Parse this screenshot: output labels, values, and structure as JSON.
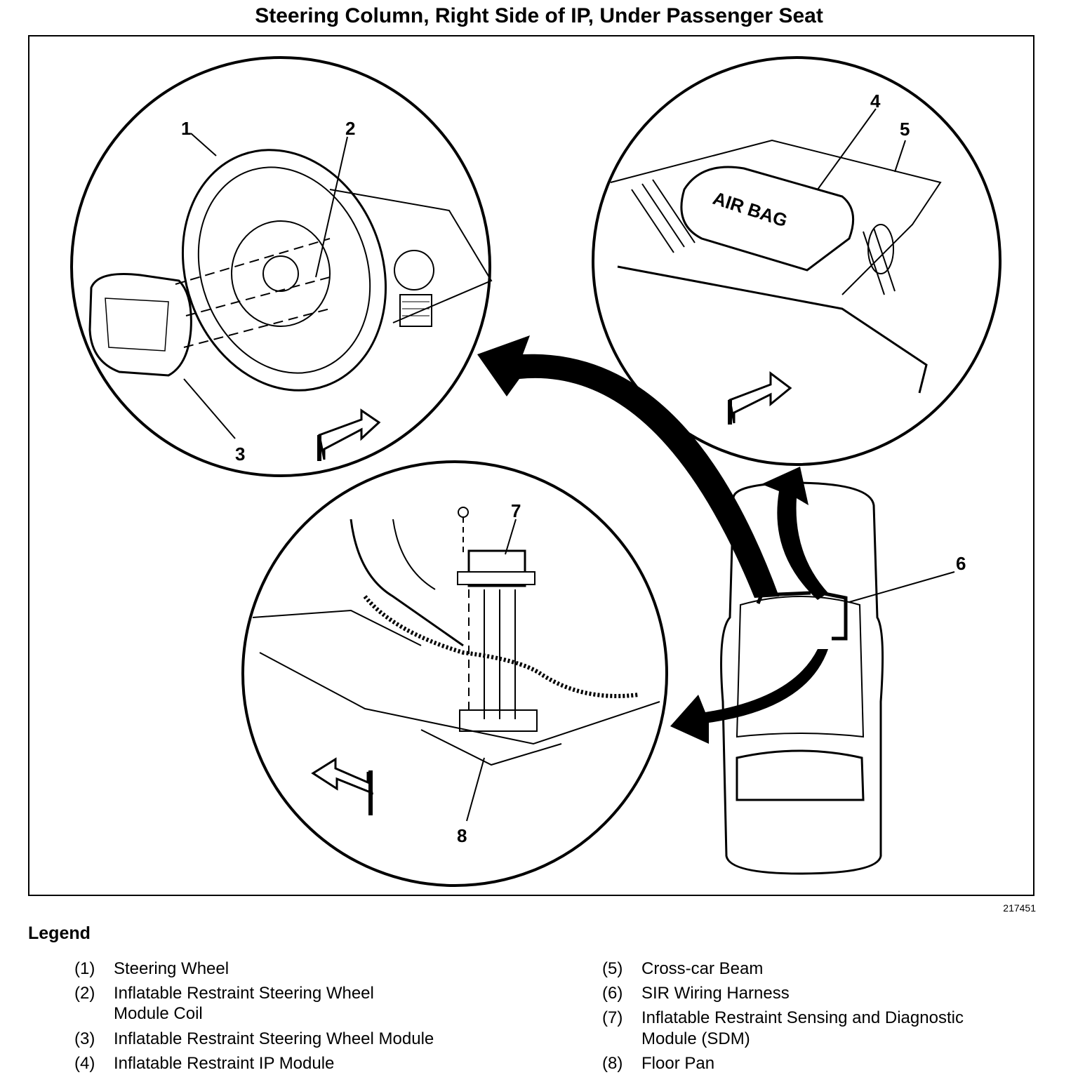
{
  "title": "Steering Column, Right Side of IP, Under Passenger Seat",
  "figure_number": "217451",
  "callouts": {
    "c1": "1",
    "c2": "2",
    "c3": "3",
    "c4": "4",
    "c5": "5",
    "c6": "6",
    "c7": "7",
    "c8": "8",
    "airbag_text": "AIR BAG"
  },
  "legend": {
    "heading": "Legend",
    "items": [
      {
        "num": "(1)",
        "line1": "Steering Wheel",
        "line2": ""
      },
      {
        "num": "(2)",
        "line1": "Inflatable Restraint Steering Wheel",
        "line2": "Module Coil"
      },
      {
        "num": "(3)",
        "line1": "Inflatable Restraint Steering Wheel Module",
        "line2": ""
      },
      {
        "num": "(4)",
        "line1": "Inflatable Restraint IP Module",
        "line2": ""
      },
      {
        "num": "(5)",
        "line1": "Cross-car Beam",
        "line2": ""
      },
      {
        "num": "(6)",
        "line1": "SIR Wiring Harness",
        "line2": ""
      },
      {
        "num": "(7)",
        "line1": "Inflatable Restraint Sensing and Diagnostic",
        "line2": "Module (SDM)"
      },
      {
        "num": "(8)",
        "line1": "Floor Pan",
        "line2": ""
      }
    ]
  }
}
